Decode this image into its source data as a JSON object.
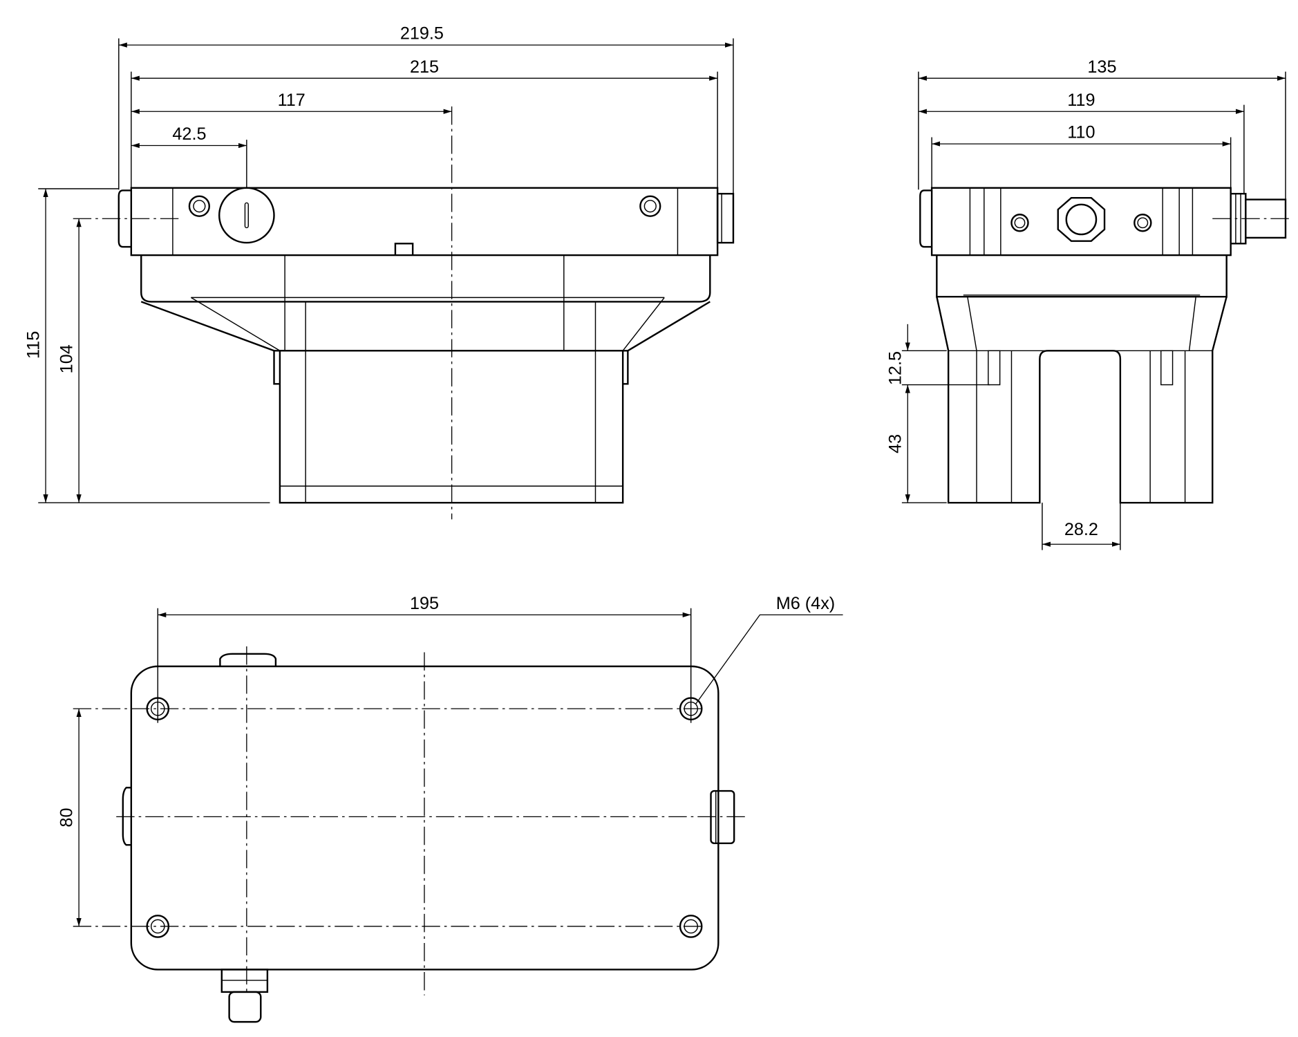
{
  "front_view": {
    "width_overall": "219.5",
    "width_body": "215",
    "center_offset": "117",
    "knob_offset": "42.5",
    "height_overall": "115",
    "height_axis": "104"
  },
  "side_view": {
    "width_overall": "135",
    "width_with_cap": "119",
    "width_body": "110",
    "slot_depth": "12.5",
    "leg_height": "43",
    "slot_width": "28.2"
  },
  "bottom_view": {
    "hole_spacing_x": "195",
    "hole_spacing_y": "80",
    "hole_callout": "M6 (4x)"
  }
}
